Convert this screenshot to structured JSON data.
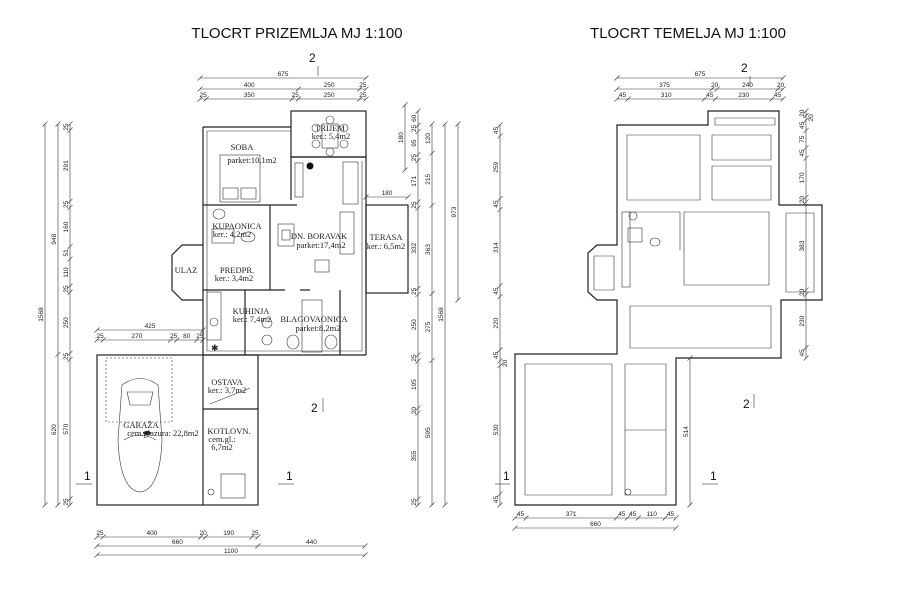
{
  "titles": {
    "ground_floor": "TLOCRT PRIZEMLJA MJ 1:100",
    "foundation": "TLOCRT TEMELJA  MJ 1:100"
  },
  "rooms": [
    {
      "name": "TRIJEM",
      "area": "ker.: 5,4m2"
    },
    {
      "name": "SOBA",
      "area": "parket:10,1m2"
    },
    {
      "name": "KUPAONICA",
      "area": "ker.: 4,2m2"
    },
    {
      "name": "DN. BORAVAK",
      "area": "parket:17,4m2"
    },
    {
      "name": "TERASA",
      "area": "ker.: 6,5m2"
    },
    {
      "name": "ULAZ",
      "area": ""
    },
    {
      "name": "PREDPR.",
      "area": "ker.: 3,4m2"
    },
    {
      "name": "KUHINJA",
      "area": "ker.: 7,4m2"
    },
    {
      "name": "BLAGOVAONICA",
      "area": "parket:8,2m2"
    },
    {
      "name": "OSTAVA",
      "area": "ker.: 3,7m2"
    },
    {
      "name": "KOTLOVN.",
      "area": "cem.gl.:",
      "area2": "6,7m2"
    },
    {
      "name": "GARAŽA",
      "area": "cem.glazura: 22,8m2"
    }
  ],
  "section_marks": {
    "s1": "1",
    "s2": "2"
  },
  "dimensions": {
    "ground": {
      "top_total": [
        "675"
      ],
      "top_mid": [
        "400",
        "250",
        "25"
      ],
      "top_detail": [
        "25",
        "350",
        "25",
        "250",
        "25"
      ],
      "left_total": [
        "1568"
      ],
      "left_mid": [
        "948",
        "620"
      ],
      "left_detail": [
        "25",
        "291",
        "25",
        "160",
        "51",
        "110",
        "25",
        "250",
        "25",
        "570",
        "25"
      ],
      "right_small": [
        "180"
      ],
      "right_detail": [
        "60",
        "25",
        "95",
        "25",
        "171",
        "25",
        "332",
        "25",
        "250",
        "25",
        "195",
        "20",
        "355",
        "25"
      ],
      "right_mid": [
        "120",
        "215",
        "363",
        "275",
        "595"
      ],
      "right_total": [
        "1568"
      ],
      "right_upper": [
        "973"
      ],
      "terrace_width": [
        "180"
      ],
      "left_small_total": [
        "425"
      ],
      "left_small": [
        "25",
        "270",
        "25",
        "80",
        "25"
      ],
      "bottom_detail": [
        "25",
        "400",
        "20",
        "190",
        "25"
      ],
      "bottom_mid": [
        "660",
        "440"
      ],
      "bottom_total": [
        "1100"
      ]
    },
    "foundation": {
      "top_total": [
        "675"
      ],
      "top_mid": [
        "375",
        "20",
        "240",
        "20"
      ],
      "top_detail": [
        "45",
        "310",
        "45",
        "230",
        "45"
      ],
      "left_detail": [
        "45",
        "259",
        "45",
        "314",
        "45",
        "220",
        "45",
        "20",
        "530",
        "45"
      ],
      "right_detail": [
        "20",
        "20",
        "45",
        "75",
        "45",
        "170",
        "20",
        "383",
        "20",
        "230",
        "45"
      ],
      "garage_right": [
        "514"
      ],
      "bottom_detail": [
        "45",
        "371",
        "45",
        "45",
        "110",
        "45"
      ],
      "bottom_total": [
        "660"
      ]
    }
  }
}
